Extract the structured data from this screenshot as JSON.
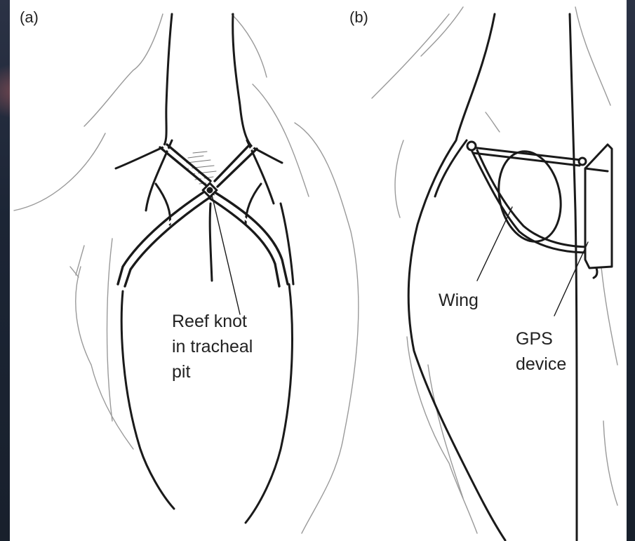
{
  "panels": {
    "a": {
      "label": "(a)",
      "annotation_lines": [
        "Reef knot",
        "in tracheal",
        "pit"
      ]
    },
    "b": {
      "label": "(b)",
      "wing_label": "Wing",
      "device_lines": [
        "GPS",
        "device"
      ]
    }
  },
  "colors": {
    "ink": "#1a1a1a",
    "feather": "#9a9a9a",
    "paper": "#ffffff",
    "background": "#1c2230"
  }
}
